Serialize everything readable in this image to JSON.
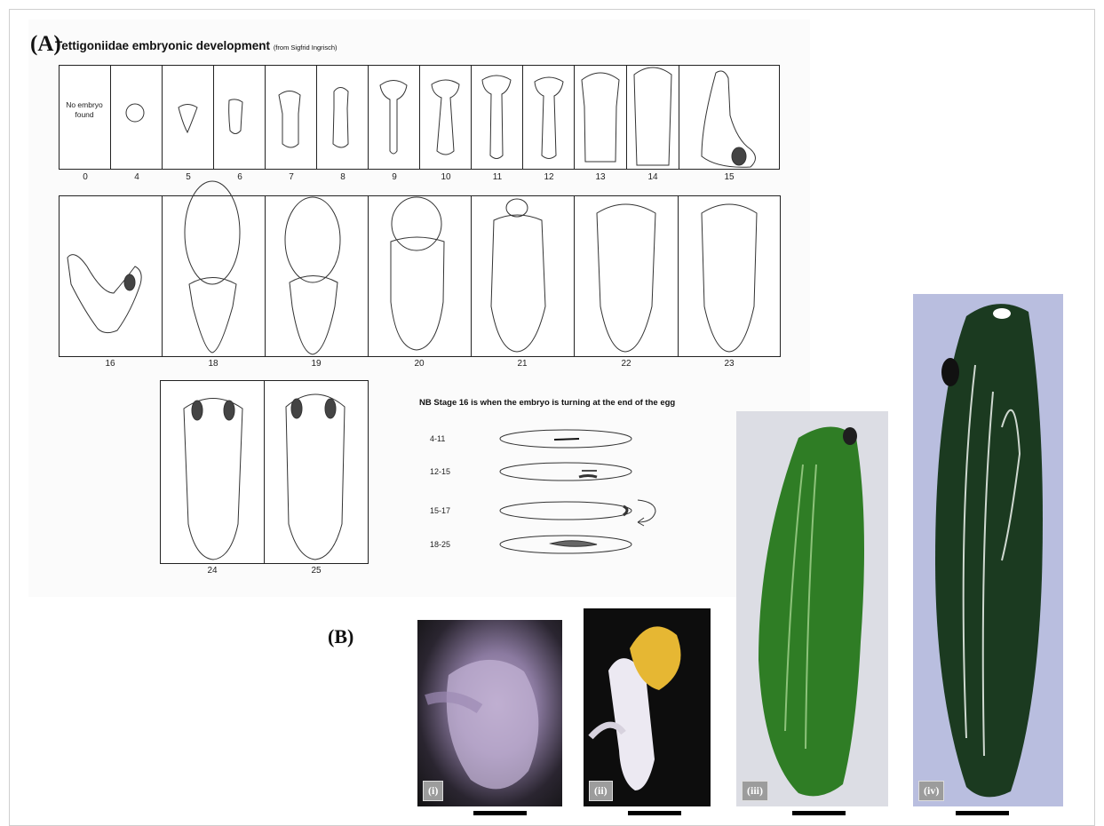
{
  "panel_a": {
    "label": "(A)",
    "title": "Tettigoniidae embryonic development",
    "source": "(from Sigfrid Ingrisch)",
    "no_embryo_text": "No embryo found",
    "stages": [
      "0",
      "4",
      "5",
      "6",
      "7",
      "8",
      "9",
      "10",
      "11",
      "12",
      "13",
      "14",
      "15",
      "16",
      "18",
      "19",
      "20",
      "21",
      "22",
      "23",
      "24",
      "25"
    ],
    "note": "NB Stage 16 is when the embryo is turning at the end of the egg",
    "egg_stages": [
      "4-11",
      "12-15",
      "15-17",
      "18-25"
    ]
  },
  "panel_b": {
    "label": "(B)",
    "photos": [
      "(i)",
      "(ii)",
      "(iii)",
      "(iv)"
    ]
  }
}
